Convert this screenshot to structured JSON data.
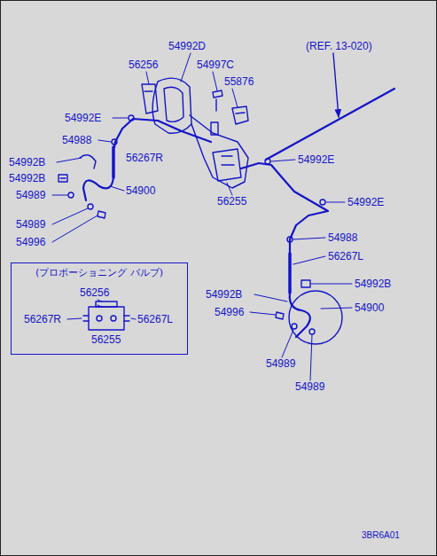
{
  "diagram": {
    "nodes": [
      {
        "text": [
          "(プロポーショニング バルブ)"
        ]
      }
    ],
    "labels": [
      "(REF. 13-020)",
      "54992D",
      "56256",
      "54997C",
      "55876",
      "54992E",
      "54988",
      "56267R",
      "54992E",
      "54992B",
      "54992B",
      "54989",
      "54900",
      "56255",
      "54992E",
      "54989",
      "54996",
      "54988",
      "56267L",
      "54992B",
      "54992B",
      "54996",
      "54900",
      "54989",
      "54989",
      "56256",
      "56267R",
      "56267L",
      "56255",
      "3BR6A01"
    ]
  }
}
